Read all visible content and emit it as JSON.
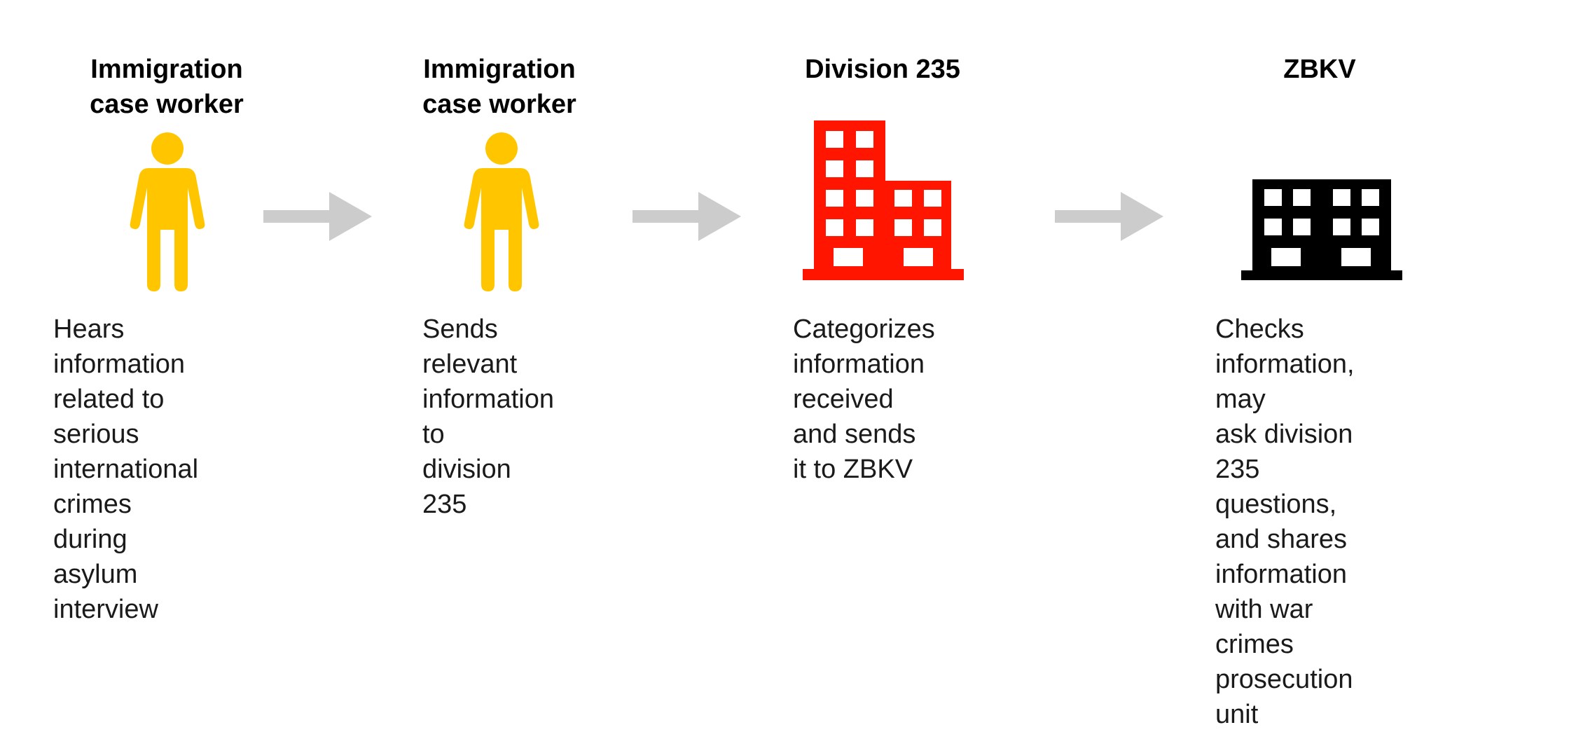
{
  "colors": {
    "person": "#FFC600",
    "division_building": "#FF1500",
    "zbkv_building": "#000000",
    "arrow": "#CCCCCC"
  },
  "steps": [
    {
      "title": "Immigration\ncase worker",
      "icon": "person-icon",
      "description": "Hears information\nrelated to serious\ninternational crimes\nduring asylum\ninterview"
    },
    {
      "title": "Immigration\ncase worker",
      "icon": "person-icon",
      "description": "Sends relevant\ninformation to\ndivision 235"
    },
    {
      "title": "Division 235",
      "icon": "building-icon",
      "description": "Categorizes\ninformation received\nand sends it to ZBKV"
    },
    {
      "title": "ZBKV",
      "icon": "building-icon",
      "description": "Checks information, may\nask division 235\nquestions, and shares\ninformation with war\ncrimes prosecution unit"
    }
  ]
}
